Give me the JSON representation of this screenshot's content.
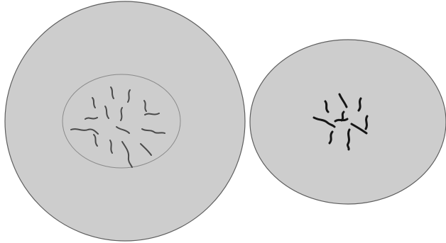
{
  "colors": {
    "background": "#ffffff",
    "cell_fill": "#cdcdcd",
    "cell_outline": "#5e5e5e",
    "nucleus_outline": "#8a8a8a",
    "chromosome_left": "#4a4a4a",
    "chromosome_right": "#151515"
  },
  "icons": {
    "left_cell": "cell-with-nuclear-envelope-icon",
    "right_cell": "cell-without-nucleus-icon"
  },
  "cells": [
    {
      "id": "left",
      "has_nuclear_envelope": true,
      "chromosome_count": 15
    },
    {
      "id": "right",
      "has_nuclear_envelope": false,
      "chromosome_count": 10
    }
  ]
}
